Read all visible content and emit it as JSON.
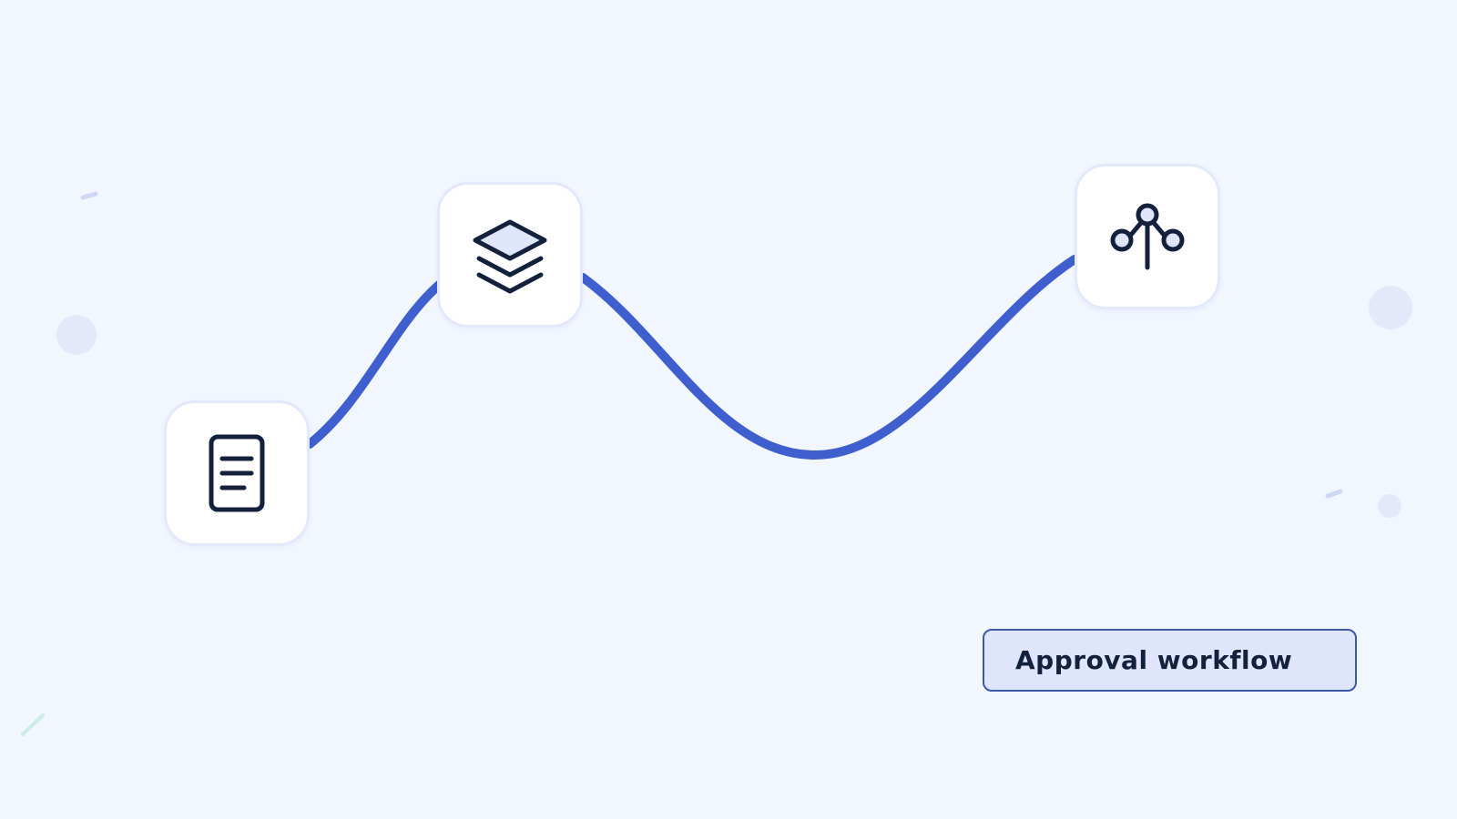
{
  "diagram": {
    "nodes": [
      {
        "id": "document",
        "icon": "document-icon"
      },
      {
        "id": "layers",
        "icon": "layers-icon"
      },
      {
        "id": "branch",
        "icon": "branch-network-icon"
      }
    ],
    "label": "Approval workflow"
  },
  "colors": {
    "background": "#f2f6ff",
    "connector": "#3f5fcf",
    "node_fill": "#ffffff",
    "node_border": "#e3e9fb",
    "icon_stroke": "#14213d",
    "icon_accent_fill": "#dfe6fb",
    "label_fill": "#dfe6fb",
    "label_border": "#3e5aa6"
  }
}
